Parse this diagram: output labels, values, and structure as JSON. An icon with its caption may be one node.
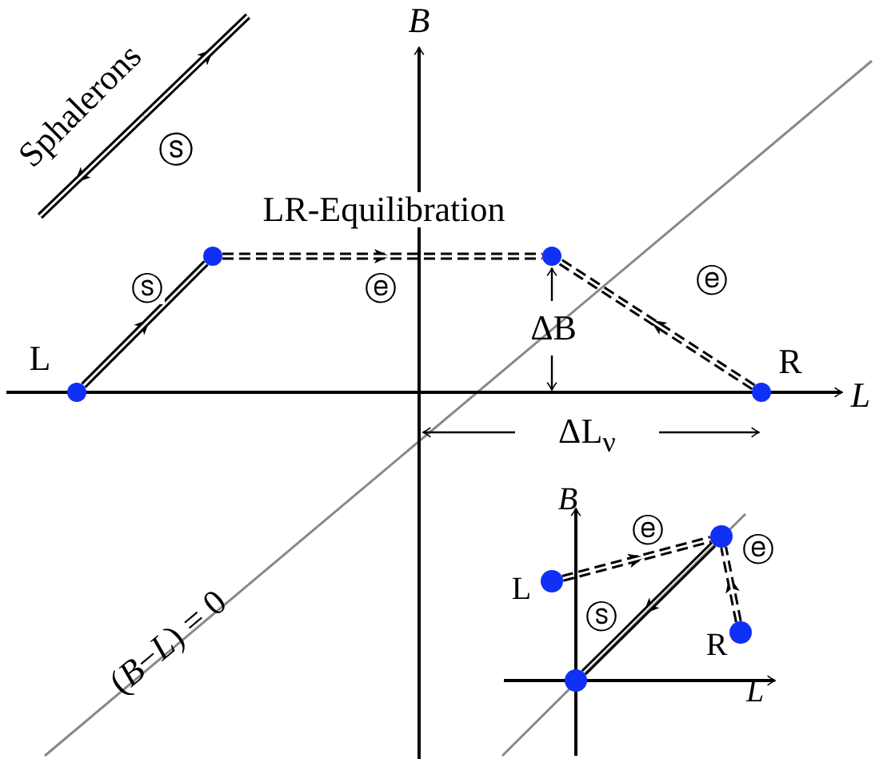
{
  "diagram": {
    "nodes": [
      {
        "text": [],
        "shape": "circle",
        "beside": [
          "L"
        ]
      },
      {
        "text": [],
        "shape": "circle"
      },
      {
        "text": [],
        "shape": "circle"
      },
      {
        "text": [],
        "shape": "circle",
        "beside": [
          "R"
        ]
      },
      {
        "text": [],
        "shape": "circle",
        "beside": [
          "L"
        ]
      },
      {
        "text": [],
        "shape": "circle"
      },
      {
        "text": [],
        "shape": "circle",
        "beside": [
          "R"
        ]
      },
      {
        "text": [],
        "shape": "circle"
      }
    ],
    "edges": [
      {
        "from": 0,
        "to": 1,
        "arrow": "to",
        "label": "ⓢ"
      },
      {
        "from": 1,
        "to": 2,
        "arrow": "to",
        "label": "ⓔ",
        "style": "dashed"
      },
      {
        "from": 3,
        "to": 2,
        "arrow": "to",
        "label": "ⓔ",
        "style": "dashed"
      },
      {
        "from": 4,
        "to": 5,
        "arrow": "to",
        "label": "ⓔ",
        "style": "dashed"
      },
      {
        "from": 6,
        "to": 5,
        "arrow": "to",
        "label": "ⓔ",
        "style": "dashed"
      },
      {
        "from": 5,
        "to": 7,
        "arrow": "to",
        "label": "ⓢ"
      }
    ],
    "labels": [
      "Sphalerons",
      "ⓢ",
      "B",
      "LR-Equilibration",
      "ΔB",
      "L",
      "ΔL$_{ν}$",
      "(*B*−*L*) = 0",
      "B",
      "L"
    ]
  }
}
